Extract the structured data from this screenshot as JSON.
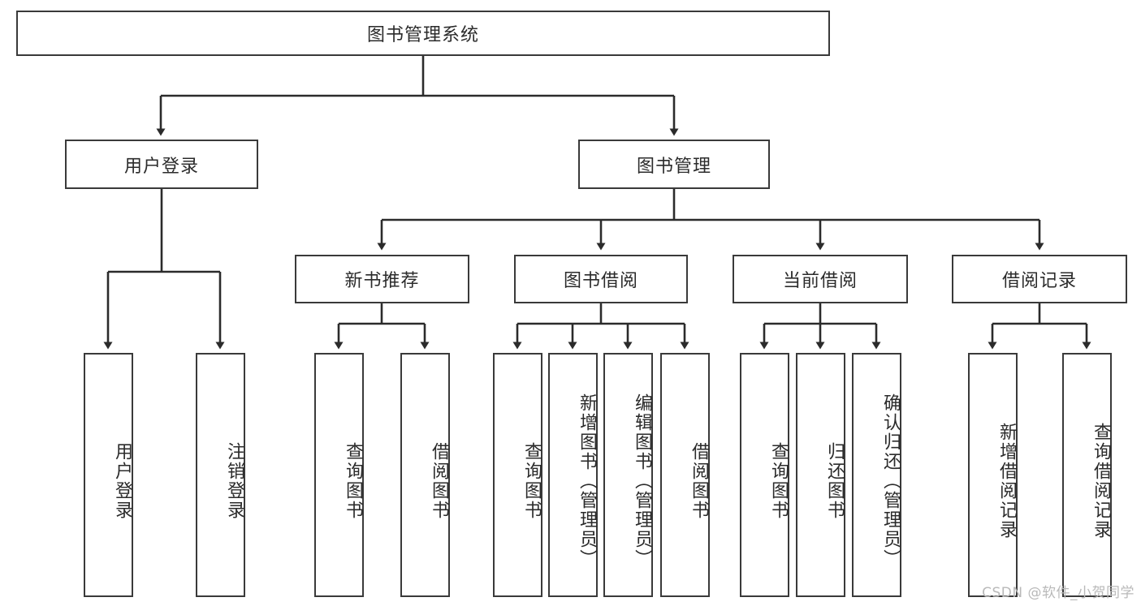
{
  "diagram": {
    "title": "图书管理系统",
    "type": "hierarchy-tree",
    "colors": {
      "box_border": "#3a3a3a",
      "box_fill": "#ffffff",
      "edge": "#2b2b2b",
      "text": "#2b2b2b",
      "watermark": "#b9b9b9"
    },
    "nodes": {
      "root": {
        "label": "图书管理系统"
      },
      "level2": [
        {
          "id": "user-login",
          "label": "用户登录"
        },
        {
          "id": "book-management",
          "label": "图书管理"
        }
      ],
      "level3": [
        {
          "id": "new-book-recommend",
          "label": "新书推荐"
        },
        {
          "id": "book-borrow",
          "label": "图书借阅"
        },
        {
          "id": "current-borrow",
          "label": "当前借阅"
        },
        {
          "id": "borrow-record",
          "label": "借阅记录"
        }
      ],
      "leaves": {
        "user-login": [
          {
            "id": "leaf-user-login",
            "label": "用户登录"
          },
          {
            "id": "leaf-logout-login",
            "label": "注销登录"
          }
        ],
        "new-book-recommend": [
          {
            "id": "leaf-query-book-1",
            "label": "查询图书"
          },
          {
            "id": "leaf-borrow-book-1",
            "label": "借阅图书"
          }
        ],
        "book-borrow": [
          {
            "id": "leaf-query-book-2",
            "label": "查询图书"
          },
          {
            "id": "leaf-add-book",
            "label": "新增图书（管理员）"
          },
          {
            "id": "leaf-edit-book",
            "label": "编辑图书（管理员）"
          },
          {
            "id": "leaf-borrow-book-2",
            "label": "借阅图书"
          }
        ],
        "current-borrow": [
          {
            "id": "leaf-query-book-3",
            "label": "查询图书"
          },
          {
            "id": "leaf-return-book",
            "label": "归还图书"
          },
          {
            "id": "leaf-confirm-return",
            "label": "确认归还（管理员）"
          }
        ],
        "borrow-record": [
          {
            "id": "leaf-add-borrow-record",
            "label": "新增借阅记录"
          },
          {
            "id": "leaf-query-borrow-record",
            "label": "查询借阅记录"
          }
        ]
      }
    }
  },
  "watermark": {
    "text": "CSDN @软件_小贺同学"
  }
}
